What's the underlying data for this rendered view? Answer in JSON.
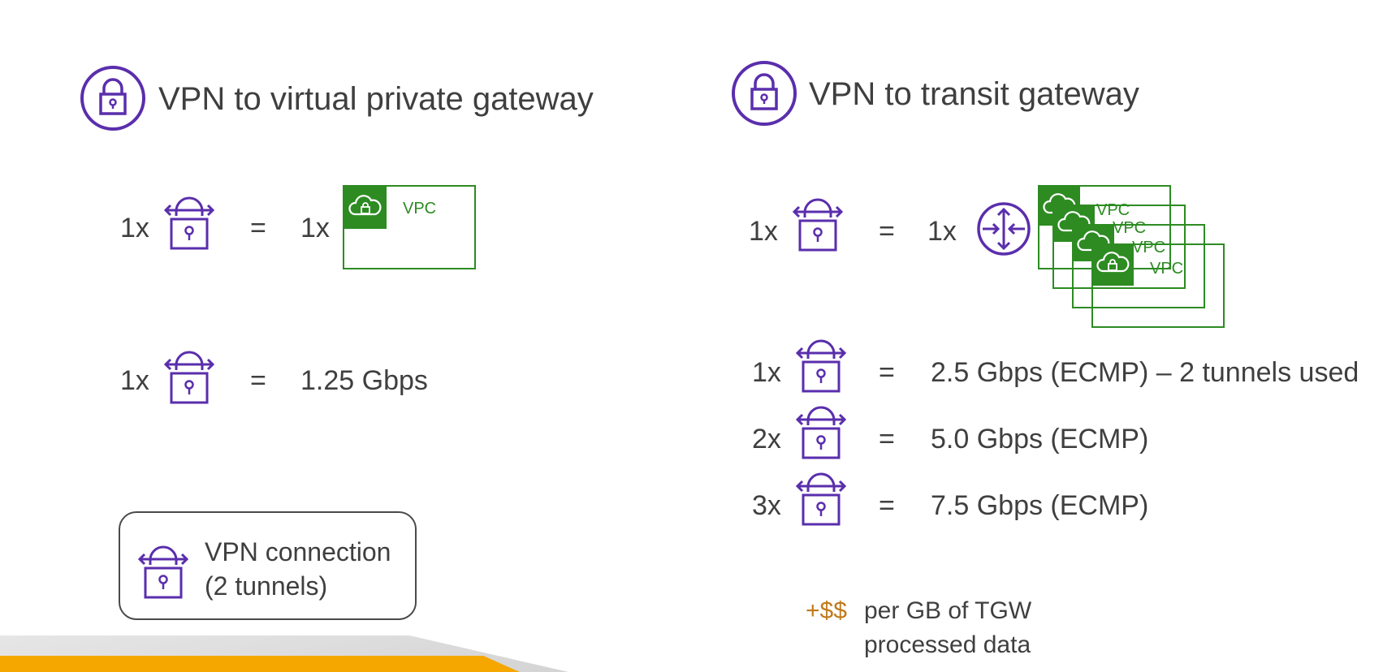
{
  "left": {
    "heading": "VPN to virtual private gateway",
    "row1": {
      "count": "1x",
      "equals": "=",
      "rhs_count": "1x",
      "vpc_label": "VPC"
    },
    "row2": {
      "count": "1x",
      "equals": "=",
      "rhs": "1.25 Gbps"
    },
    "legend": {
      "line1": "VPN connection",
      "line2": "(2 tunnels)"
    }
  },
  "right": {
    "heading": "VPN to transit gateway",
    "row1": {
      "count": "1x",
      "equals": "=",
      "rhs_count": "1x",
      "vpc_labels": [
        "VPC",
        "VPC",
        "VPC",
        "VPC"
      ]
    },
    "rows": [
      {
        "count": "1x",
        "equals": "=",
        "rhs": "2.5 Gbps (ECMP) – 2 tunnels used"
      },
      {
        "count": "2x",
        "equals": "=",
        "rhs": "5.0 Gbps (ECMP)"
      },
      {
        "count": "3x",
        "equals": "=",
        "rhs": "7.5 Gbps (ECMP)"
      }
    ],
    "cost": {
      "prefix": "+$$",
      "line1": "per GB of TGW",
      "line2": "processed data"
    }
  },
  "colors": {
    "purple": "#5a2eac",
    "green": "#2d8b22",
    "text": "#3f3f3f",
    "orange": "#c07a1b",
    "footer_orange": "#f5a700"
  },
  "icons": [
    "lock-circle-icon",
    "vpn-connection-icon",
    "vpc-cloud-icon",
    "transit-gateway-icon"
  ]
}
